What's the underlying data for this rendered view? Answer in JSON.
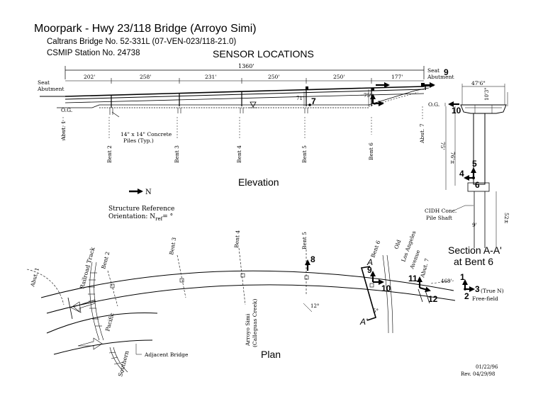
{
  "header": {
    "title": "Moorpark - Hwy 23/118 Bridge (Arroyo Simi)",
    "bridge_no": "Caltrans Bridge No. 52-331L (07-VEN-023/118-21.0)",
    "station_no": "CSMIP Station No. 24738",
    "sensor_locations": "SENSOR LOCATIONS"
  },
  "elevation": {
    "title": "Elevation",
    "total_length": "1360'",
    "spans": [
      "202'",
      "258'",
      "231'",
      "250'",
      "250'",
      "177'"
    ],
    "seat_abutment_left": [
      "Seat",
      "Abutment"
    ],
    "seat_abutment_right": [
      "Seat",
      "Abutment"
    ],
    "og_left": "O.G.",
    "og_right": "O.G.",
    "dim_71": "71'",
    "dim_75": "75'",
    "pile_note": [
      "14\" x 14\" Concrete",
      "Piles (Typ.)"
    ],
    "supports": [
      "Abut. 1",
      "Bent 2",
      "Bent 3",
      "Bent 4",
      "Bent 5",
      "Bent 6",
      "Abut. 7"
    ],
    "sensors": {
      "s7": "7",
      "s9": "9",
      "s10": "10"
    }
  },
  "section": {
    "title": "Section A-A'",
    "subtitle": "at Bent 6",
    "width": "47'6\"",
    "depth": "10'3\"",
    "height_75": "75'",
    "height_76": "76'±",
    "shaft_note": [
      "CIDH Conc.",
      "Pile Shaft"
    ],
    "shaft_dia": "9'",
    "shaft_depth": "52±",
    "sensors": {
      "s4": "4",
      "s5": "5",
      "s6": "6"
    }
  },
  "orientation": {
    "north_label": "N",
    "line1": "Structure Reference",
    "line2": "Orientation: N",
    "sub": "ref",
    "tail": "= °"
  },
  "plan": {
    "title": "Plan",
    "railroad": "Railroad Track",
    "pacific": "Pacific",
    "southern": "Southern",
    "adjacent": "Adjacent Bridge",
    "creek": [
      "Arroyo Simi",
      "(Calleguas Creek)"
    ],
    "river": [
      "Old",
      "Los Angeles",
      "Avenue"
    ],
    "angle_12": "12°",
    "angle_5": "5°",
    "dim_468": "468'",
    "section_a": "A",
    "section_a2": "A'",
    "supports": [
      "Abut. 1",
      "Bent 2",
      "Bent 3",
      "Bent 4",
      "Bent 5",
      "Bent 6",
      "Abut. 7"
    ],
    "sensors": {
      "s8": "8",
      "s9": "9",
      "s10": "10",
      "s11": "11",
      "s12": "12"
    },
    "free_field": {
      "s1": "1",
      "s2": "2",
      "s3": "3",
      "true_n": "(True N)",
      "label": "Free-field"
    }
  },
  "footer": {
    "date1": "01/22/96",
    "date2": "Rev. 04/29/98"
  }
}
